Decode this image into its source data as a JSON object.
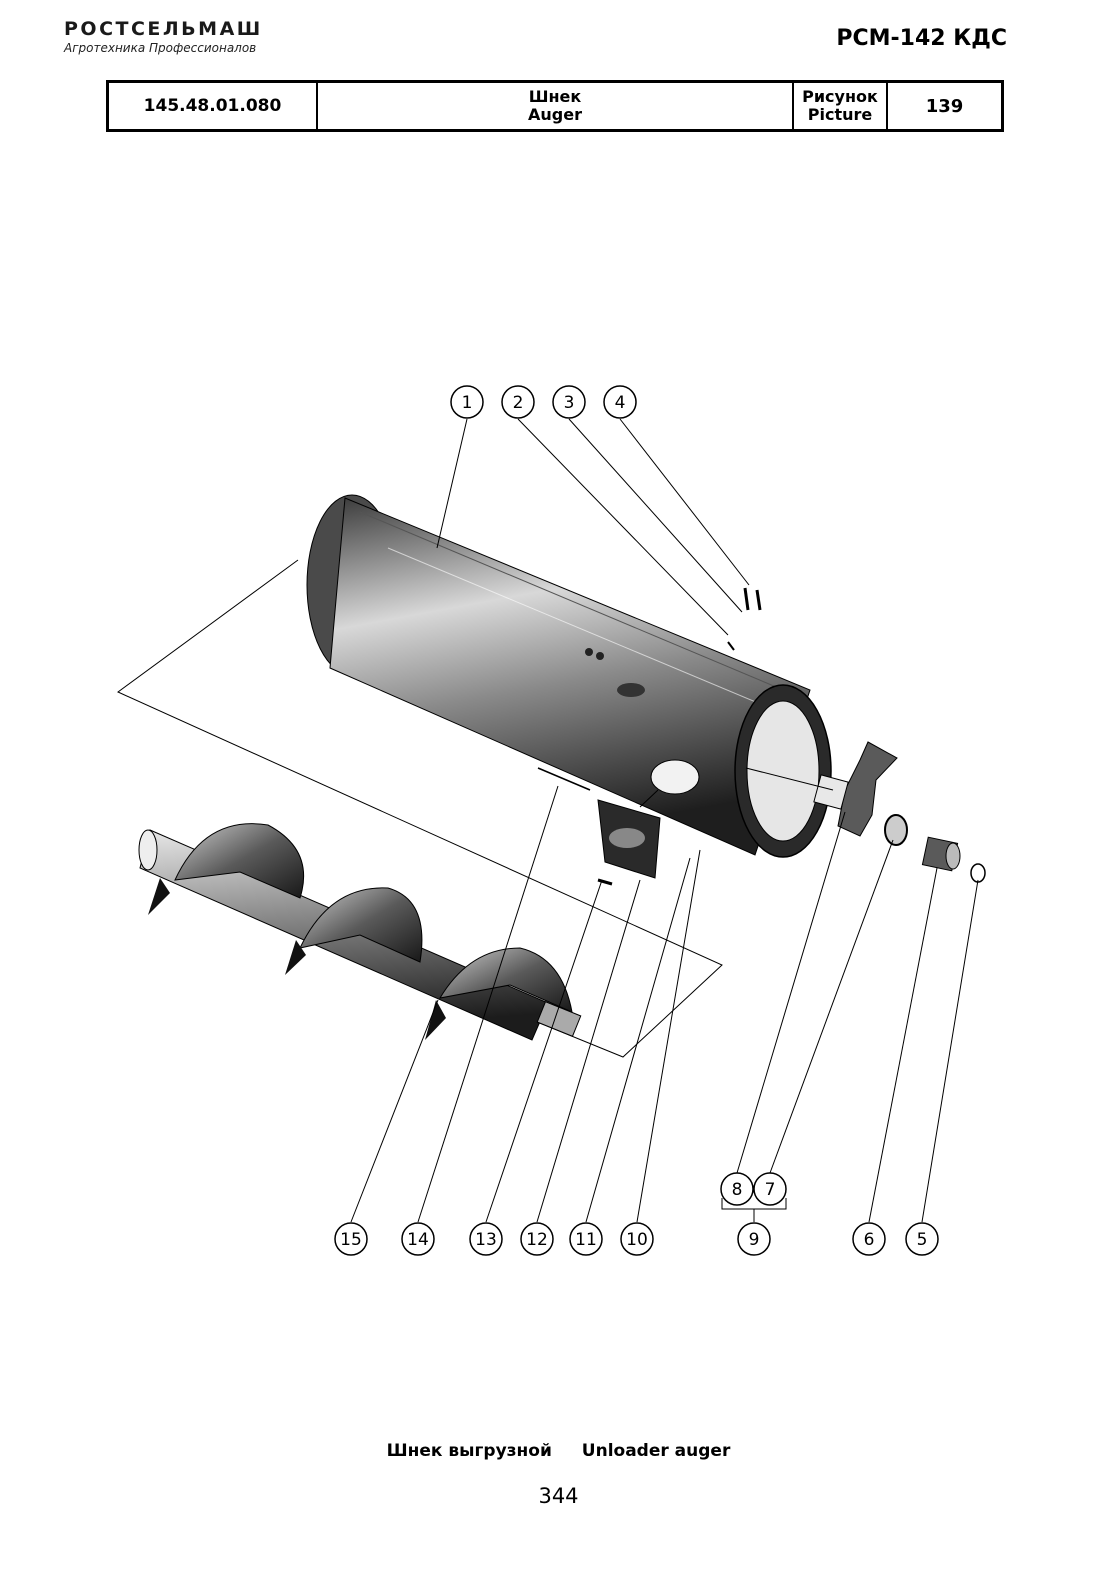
{
  "header": {
    "logo_text": "РОСТСЕЛЬМАШ",
    "logo_tagline": "Агротехника Профессионалов",
    "model": "РСМ-142 КДС"
  },
  "title_block": {
    "code": "145.48.01.080",
    "name_ru": "Шнек",
    "name_en": "Auger",
    "label_ru": "Рисунок",
    "label_en": "Picture",
    "picture_number": "139"
  },
  "callouts": [
    "1",
    "2",
    "3",
    "4",
    "5",
    "6",
    "7",
    "8",
    "9",
    "10",
    "11",
    "12",
    "13",
    "14",
    "15"
  ],
  "caption": {
    "ru": "Шнек выгрузной",
    "en": "Unloader auger"
  },
  "page_number": "344"
}
